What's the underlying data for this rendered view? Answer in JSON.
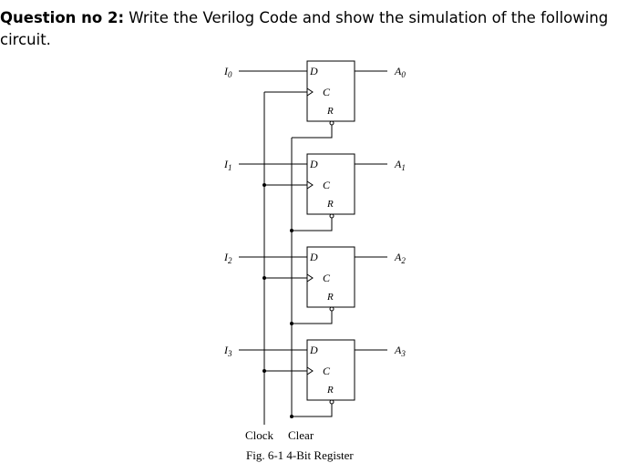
{
  "question": {
    "label": "Question no 2:",
    "text": " Write the Verilog Code and show the simulation of the following circuit."
  },
  "diagram": {
    "flipflop_labels": {
      "d": "D",
      "c": "C",
      "r": "R"
    },
    "stages": [
      {
        "input": "I",
        "input_sub": "0",
        "output": "A",
        "output_sub": "0"
      },
      {
        "input": "I",
        "input_sub": "1",
        "output": "A",
        "output_sub": "1"
      },
      {
        "input": "I",
        "input_sub": "2",
        "output": "A",
        "output_sub": "2"
      },
      {
        "input": "I",
        "input_sub": "3",
        "output": "A",
        "output_sub": "3"
      }
    ],
    "clock_label": "Clock",
    "clear_label": "Clear",
    "caption": "Fig. 6-1  4-Bit Register"
  }
}
